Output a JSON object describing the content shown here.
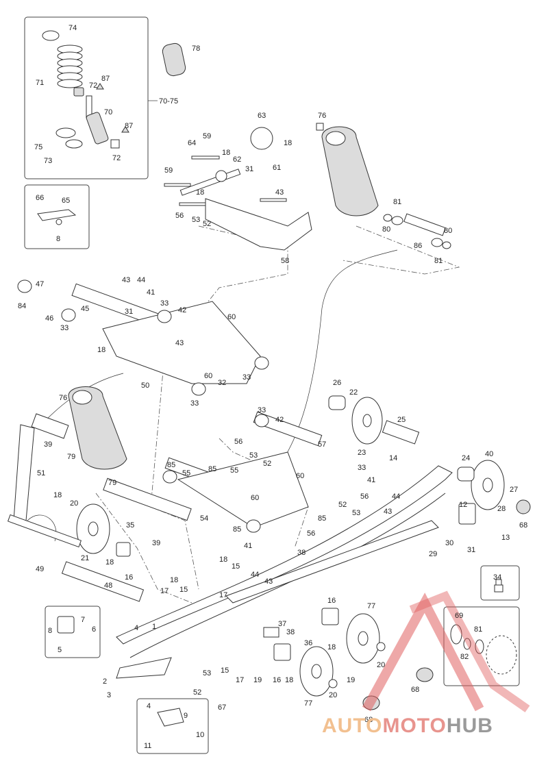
{
  "diagram": {
    "range_label": "70-75",
    "brand": {
      "part1": "AUTO",
      "part2": "MOTO",
      "part3": "HUB",
      "color1": "#f2c090",
      "color2": "#e8948e",
      "color3": "#9a9a9a",
      "triangle_color": "#e06060"
    },
    "callouts": [
      "74",
      "78",
      "71",
      "72",
      "87",
      "70",
      "87",
      "75",
      "73",
      "72",
      "63",
      "76",
      "59",
      "64",
      "18",
      "62",
      "31",
      "61",
      "18",
      "59",
      "18",
      "43",
      "56",
      "53",
      "52",
      "58",
      "81",
      "80",
      "86",
      "80",
      "81",
      "66",
      "65",
      "8",
      "43",
      "44",
      "41",
      "47",
      "84",
      "46",
      "33",
      "45",
      "31",
      "33",
      "42",
      "60",
      "43",
      "18",
      "32",
      "60",
      "33",
      "50",
      "76",
      "33",
      "26",
      "22",
      "25",
      "23",
      "33",
      "42",
      "56",
      "57",
      "53",
      "52",
      "85",
      "55",
      "85",
      "55",
      "60",
      "33",
      "41",
      "60",
      "56",
      "52",
      "53",
      "54",
      "85",
      "85",
      "56",
      "38",
      "14",
      "24",
      "40",
      "27",
      "28",
      "68",
      "44",
      "43",
      "12",
      "13",
      "30",
      "31",
      "29",
      "39",
      "79",
      "51",
      "79",
      "18",
      "20",
      "35",
      "39",
      "21",
      "18",
      "16",
      "49",
      "48",
      "41",
      "18",
      "15",
      "44",
      "43",
      "18",
      "17",
      "15",
      "17",
      "34",
      "7",
      "8",
      "6",
      "5",
      "4",
      "1",
      "16",
      "77",
      "37",
      "38",
      "36",
      "18",
      "69",
      "81",
      "82",
      "2",
      "3",
      "53",
      "52",
      "15",
      "17",
      "19",
      "16",
      "18",
      "77",
      "20",
      "19",
      "20",
      "68",
      "68",
      "67",
      "4",
      "9",
      "11",
      "10"
    ]
  }
}
